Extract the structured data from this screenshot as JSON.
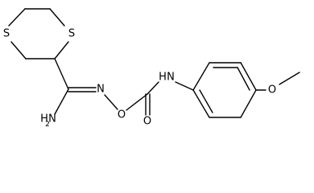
{
  "structure": {
    "atoms": {
      "s1": "S",
      "s2": "S",
      "amine_n": "N",
      "amine_h": "H",
      "amine_sub": "2",
      "oxime_n": "N",
      "oxime_o": "O",
      "nh_n": "N",
      "nh_h": "H",
      "carbonyl_o": "O",
      "methoxy_o": "O"
    }
  }
}
